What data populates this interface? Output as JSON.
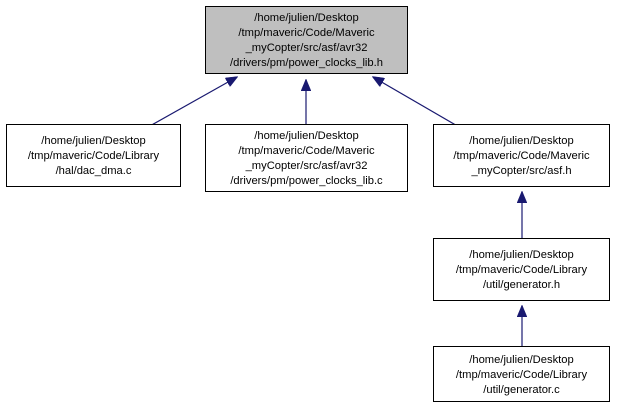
{
  "graph": {
    "edge_color": "#191970",
    "root_fill": "#bfbfbf",
    "nodes": [
      {
        "id": "power_clocks_lib_h",
        "lines": [
          "/home/julien/Desktop",
          "/tmp/maveric/Code/Maveric",
          "_myCopter/src/asf/avr32",
          "/drivers/pm/power_clocks_lib.h"
        ]
      },
      {
        "id": "dac_dma_c",
        "lines": [
          "/home/julien/Desktop",
          "/tmp/maveric/Code/Library",
          "/hal/dac_dma.c"
        ]
      },
      {
        "id": "power_clocks_lib_c",
        "lines": [
          "/home/julien/Desktop",
          "/tmp/maveric/Code/Maveric",
          "_myCopter/src/asf/avr32",
          "/drivers/pm/power_clocks_lib.c"
        ]
      },
      {
        "id": "asf_h",
        "lines": [
          "/home/julien/Desktop",
          "/tmp/maveric/Code/Maveric",
          "_myCopter/src/asf.h"
        ]
      },
      {
        "id": "generator_h",
        "lines": [
          "/home/julien/Desktop",
          "/tmp/maveric/Code/Library",
          "/util/generator.h"
        ]
      },
      {
        "id": "generator_c",
        "lines": [
          "/home/julien/Desktop",
          "/tmp/maveric/Code/Library",
          "/util/generator.c"
        ]
      }
    ],
    "edges": [
      {
        "from": "dac_dma_c",
        "to": "power_clocks_lib_h"
      },
      {
        "from": "power_clocks_lib_c",
        "to": "power_clocks_lib_h"
      },
      {
        "from": "asf_h",
        "to": "power_clocks_lib_h"
      },
      {
        "from": "generator_h",
        "to": "asf_h"
      },
      {
        "from": "generator_c",
        "to": "generator_h"
      }
    ]
  }
}
